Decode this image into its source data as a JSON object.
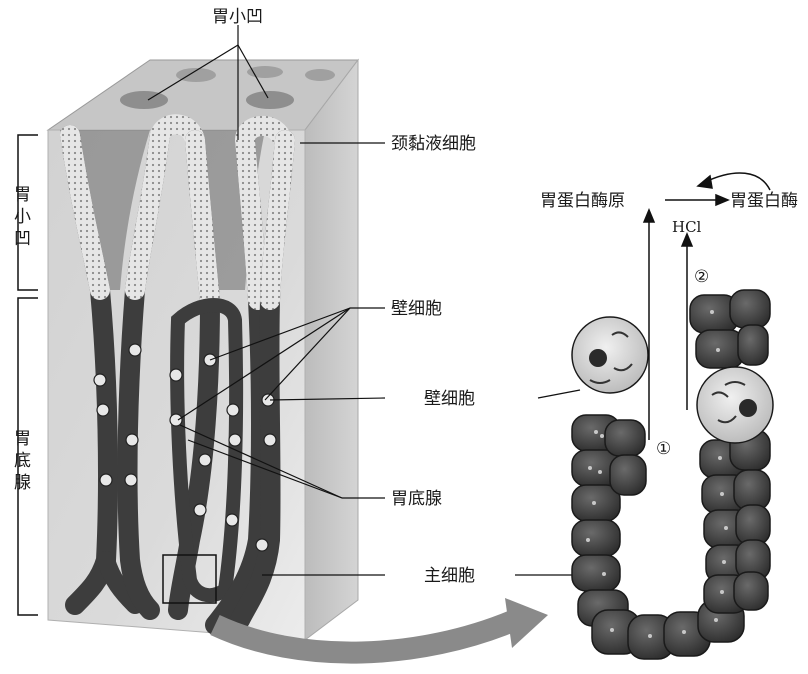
{
  "labels": {
    "gastric_pit_top": "胃小凹",
    "neck_mucous_cell": "颈黏液细胞",
    "parietal_cell_tissue": "壁细胞",
    "gastric_gland_tissue": "胃底腺",
    "chief_cell": "主细胞",
    "parietal_cell_detail": "壁细胞",
    "region_gastric_pit": [
      "胃",
      "小",
      "凹"
    ],
    "region_gastric_gland": [
      "胃",
      "底",
      "腺"
    ]
  },
  "reaction": {
    "pepsinogen": "胃蛋白酶原",
    "pepsin": "胃蛋白酶",
    "acid": "HCl",
    "step1": "①",
    "step2": "②"
  },
  "colors": {
    "block_top": "#c9c9c9",
    "block_front": "#d6d6d6",
    "block_side": "#bdbdbd",
    "epithelium_light": "#e2e2e2",
    "epithelium_dark": "#3d3d3d",
    "pit_shadow": "#5a5a5a",
    "arrow_big": "#8a8a8a",
    "line": "#111111"
  }
}
